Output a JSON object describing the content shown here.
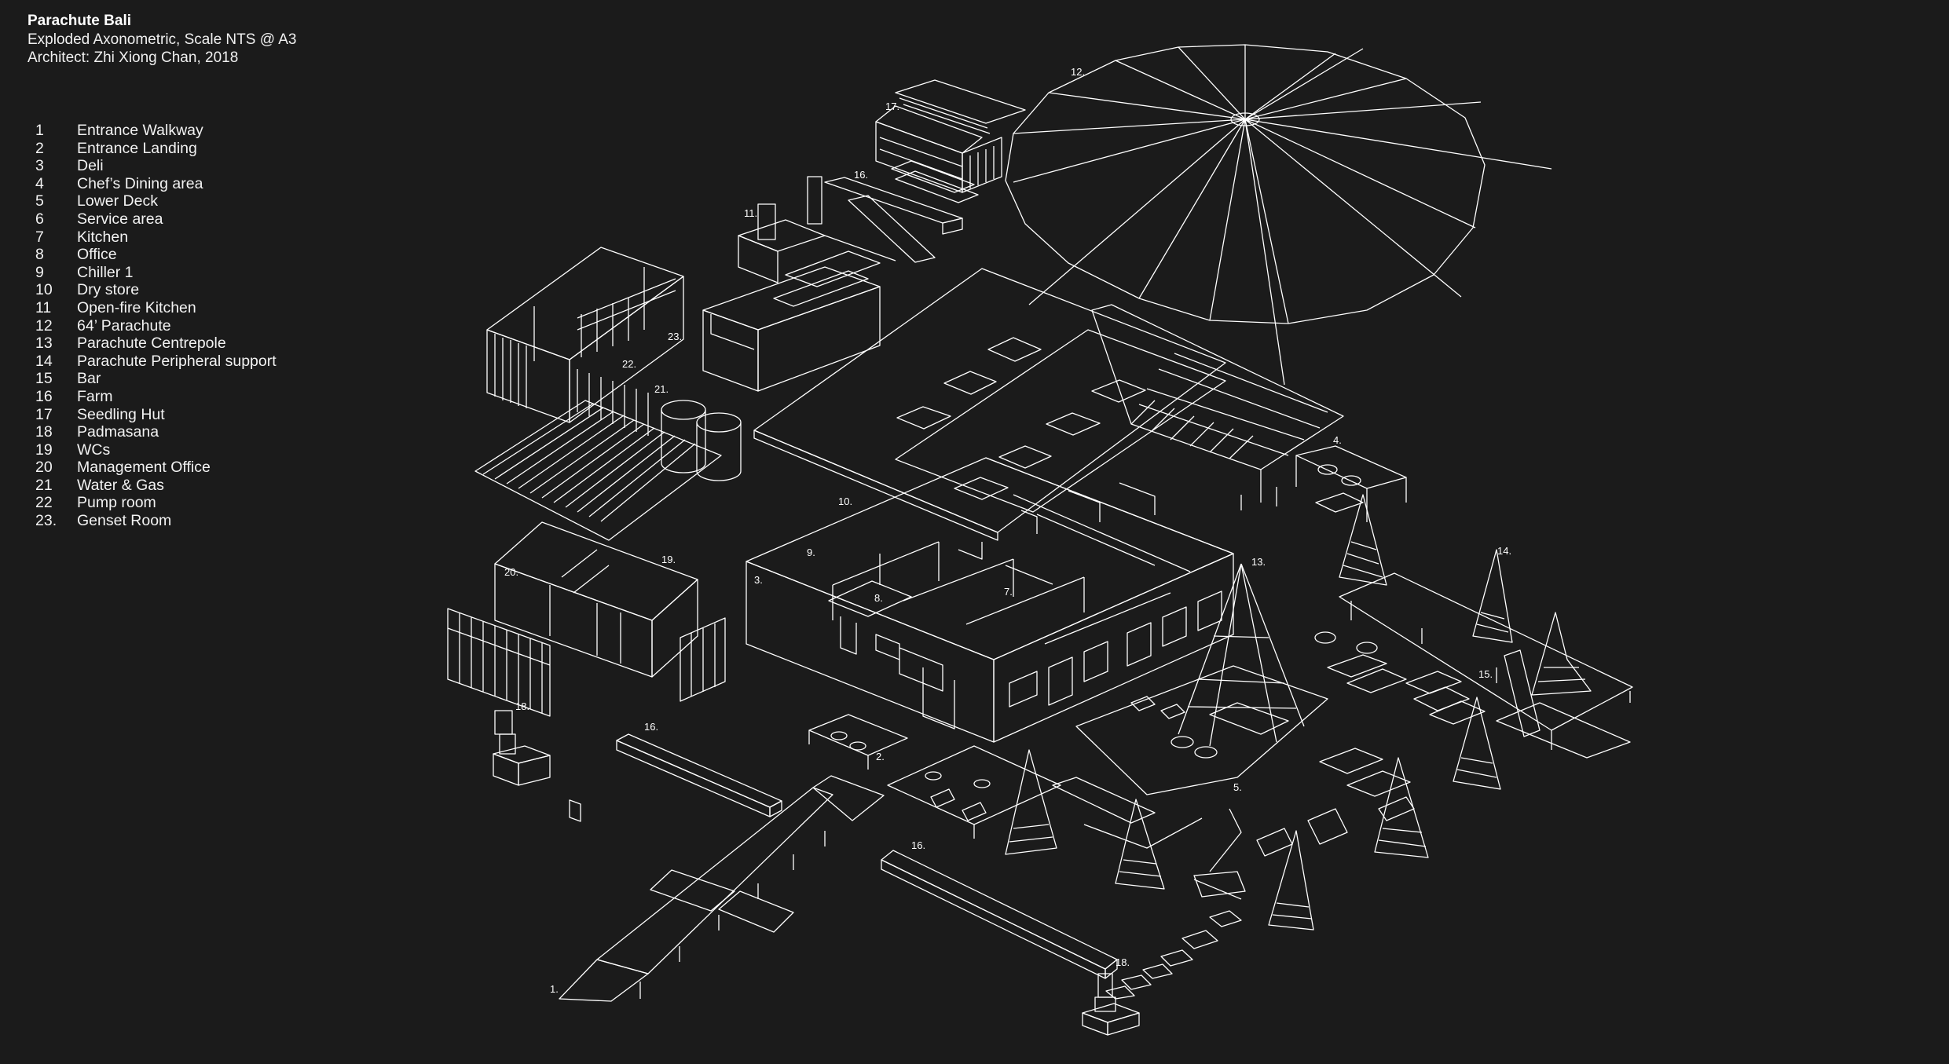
{
  "header": {
    "title": "Parachute Bali",
    "subtitle": "Exploded Axonometric, Scale NTS @ A3",
    "credit": "Architect: Zhi Xiong Chan, 2018"
  },
  "legend": [
    {
      "num": "1",
      "label": "Entrance Walkway"
    },
    {
      "num": "2",
      "label": "Entrance Landing"
    },
    {
      "num": "3",
      "label": "Deli"
    },
    {
      "num": "4",
      "label": "Chef’s Dining area"
    },
    {
      "num": "5",
      "label": "Lower Deck"
    },
    {
      "num": "6",
      "label": "Service area"
    },
    {
      "num": "7",
      "label": "Kitchen"
    },
    {
      "num": "8",
      "label": "Office"
    },
    {
      "num": "9",
      "label": "Chiller 1"
    },
    {
      "num": "10",
      "label": "Dry store"
    },
    {
      "num": "11",
      "label": "Open-fire Kitchen"
    },
    {
      "num": "12",
      "label": "64’ Parachute"
    },
    {
      "num": "13",
      "label": "Parachute Centrepole"
    },
    {
      "num": "14",
      "label": "Parachute Peripheral support"
    },
    {
      "num": "15",
      "label": "Bar"
    },
    {
      "num": "16",
      "label": "Farm"
    },
    {
      "num": "17",
      "label": "Seedling Hut"
    },
    {
      "num": "18",
      "label": "Padmasana"
    },
    {
      "num": "19",
      "label": "WCs"
    },
    {
      "num": "20",
      "label": "Management Office"
    },
    {
      "num": "21",
      "label": "Water & Gas"
    },
    {
      "num": "22",
      "label": "Pump room"
    },
    {
      "num": "23.",
      "label": "Genset Room"
    }
  ],
  "callouts": {
    "c1": "1.",
    "c2": "2.",
    "c3": "3.",
    "c4": "4.",
    "c5": "5.",
    "c7": "7.",
    "c8": "8.",
    "c9": "9.",
    "c10": "10.",
    "c11": "11.",
    "c12": "12.",
    "c13": "13.",
    "c14": "14.",
    "c15": "15.",
    "c16a": "16.",
    "c16b": "16.",
    "c16c": "16.",
    "c17": "17.",
    "c18a": "18.",
    "c18b": "18.",
    "c19": "19.",
    "c20": "20.",
    "c21": "21.",
    "c22": "22.",
    "c23": "23."
  },
  "colors": {
    "background": "#1b1b1b",
    "line": "#ffffff"
  }
}
